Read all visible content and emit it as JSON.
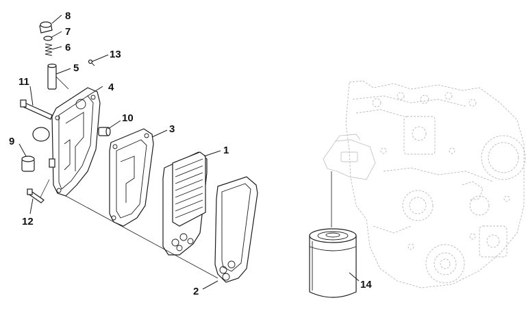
{
  "callouts": {
    "c1": "1",
    "c2": "2",
    "c3": "3",
    "c4": "4",
    "c5": "5",
    "c6": "6",
    "c7": "7",
    "c8": "8",
    "c9": "9",
    "c10": "10",
    "c11": "11",
    "c12": "12",
    "c13": "13",
    "c14": "14"
  },
  "colors": {
    "ink": "#1a1a1a",
    "engine_ghost": "#b8b8b8",
    "background": "#ffffff"
  }
}
